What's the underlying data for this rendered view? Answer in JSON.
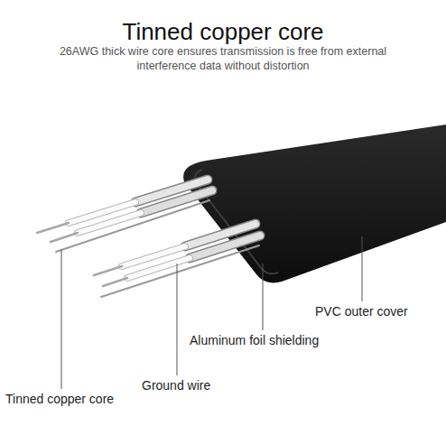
{
  "diagram": {
    "title": "Tinned copper core",
    "labels": [
      "26AWG thick wire core ensures transmission is free from external interference data without distortion",
      "PVC outer cover",
      "Aluminum foil shielding",
      "Ground wire",
      "Tinned copper core"
    ]
  }
}
